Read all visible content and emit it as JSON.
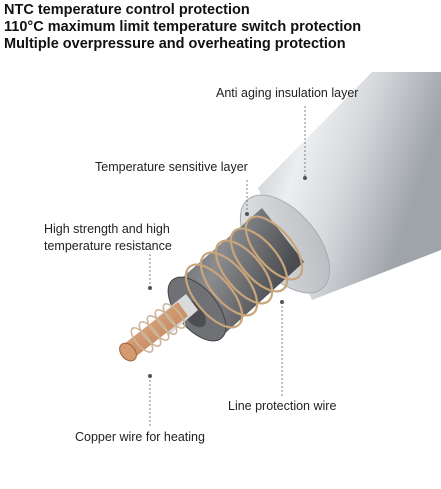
{
  "headlines": [
    "NTC temperature control protection",
    "110°C maximum limit temperature switch protection",
    "Multiple overpressure and overheating protection"
  ],
  "labels": {
    "anti_aging": "Anti aging insulation layer",
    "temp_sensitive": "Temperature sensitive layer",
    "high_strength_line1": "High strength and high",
    "high_strength_line2": "temperature resistance",
    "line_protection": "Line protection wire",
    "copper_wire": "Copper wire for heating"
  }
}
